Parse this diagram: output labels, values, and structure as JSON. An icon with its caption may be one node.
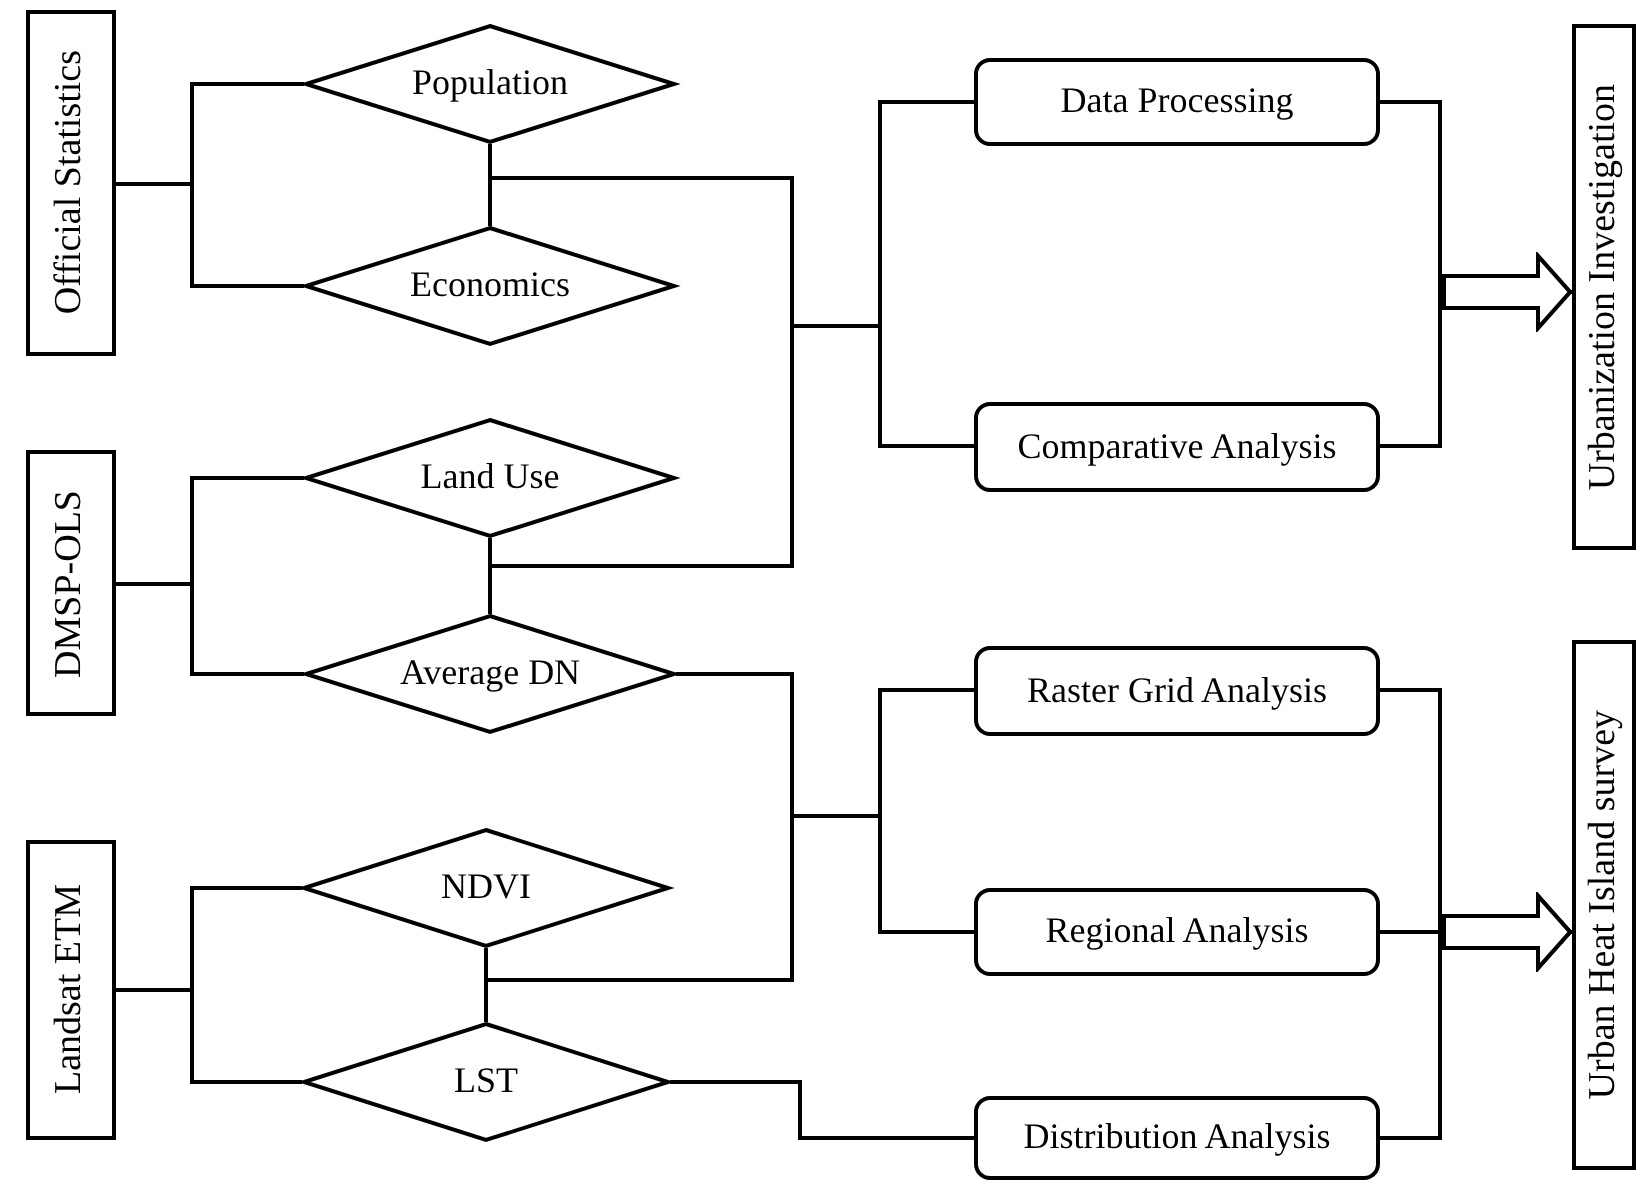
{
  "diagram": {
    "nodes": [
      {
        "text": [
          "Official Statistics"
        ]
      },
      {
        "text": [
          "Population"
        ]
      },
      {
        "text": [
          "Economics"
        ]
      },
      {
        "text": [
          "DMSP-OLS"
        ]
      },
      {
        "text": [
          "Land Use"
        ]
      },
      {
        "text": [
          "Average DN"
        ]
      },
      {
        "text": [
          "Landsat ETM"
        ]
      },
      {
        "text": [
          "NDVI"
        ]
      },
      {
        "text": [
          "LST"
        ]
      },
      {
        "text": [
          "Data Processing"
        ]
      },
      {
        "text": [
          "Comparative Analysis"
        ]
      },
      {
        "text": [
          "Raster Grid Analysis"
        ]
      },
      {
        "text": [
          "Regional Analysis"
        ]
      },
      {
        "text": [
          "Distribution Analysis"
        ]
      },
      {
        "text": [
          "Urbanization Investigation"
        ]
      },
      {
        "text": [
          "Urban Heat Island survey"
        ]
      }
    ],
    "edges": [
      {
        "from": 0,
        "to": 1,
        "arrow": "none"
      },
      {
        "from": 0,
        "to": 2,
        "arrow": "none"
      },
      {
        "from": 3,
        "to": 4,
        "arrow": "none"
      },
      {
        "from": 3,
        "to": 5,
        "arrow": "none"
      },
      {
        "from": 6,
        "to": 7,
        "arrow": "none"
      },
      {
        "from": 6,
        "to": 8,
        "arrow": "none"
      },
      {
        "from": 1,
        "to": 9,
        "arrow": "none"
      },
      {
        "from": 1,
        "to": 10,
        "arrow": "none"
      },
      {
        "from": 2,
        "to": 9,
        "arrow": "none"
      },
      {
        "from": 2,
        "to": 10,
        "arrow": "none"
      },
      {
        "from": 4,
        "to": 9,
        "arrow": "none"
      },
      {
        "from": 4,
        "to": 10,
        "arrow": "none"
      },
      {
        "from": 5,
        "to": 9,
        "arrow": "none"
      },
      {
        "from": 5,
        "to": 10,
        "arrow": "none"
      },
      {
        "from": 5,
        "to": 11,
        "arrow": "none"
      },
      {
        "from": 5,
        "to": 12,
        "arrow": "none"
      },
      {
        "from": 7,
        "to": 11,
        "arrow": "none"
      },
      {
        "from": 7,
        "to": 12,
        "arrow": "none"
      },
      {
        "from": 8,
        "to": 11,
        "arrow": "none"
      },
      {
        "from": 8,
        "to": 12,
        "arrow": "none"
      },
      {
        "from": 8,
        "to": 13,
        "arrow": "none"
      },
      {
        "from": 9,
        "to": 14,
        "arrow": "to"
      },
      {
        "from": 10,
        "to": 14,
        "arrow": "to"
      },
      {
        "from": 11,
        "to": 15,
        "arrow": "to"
      },
      {
        "from": 12,
        "to": 15,
        "arrow": "to"
      },
      {
        "from": 13,
        "to": 15,
        "arrow": "to"
      }
    ]
  }
}
